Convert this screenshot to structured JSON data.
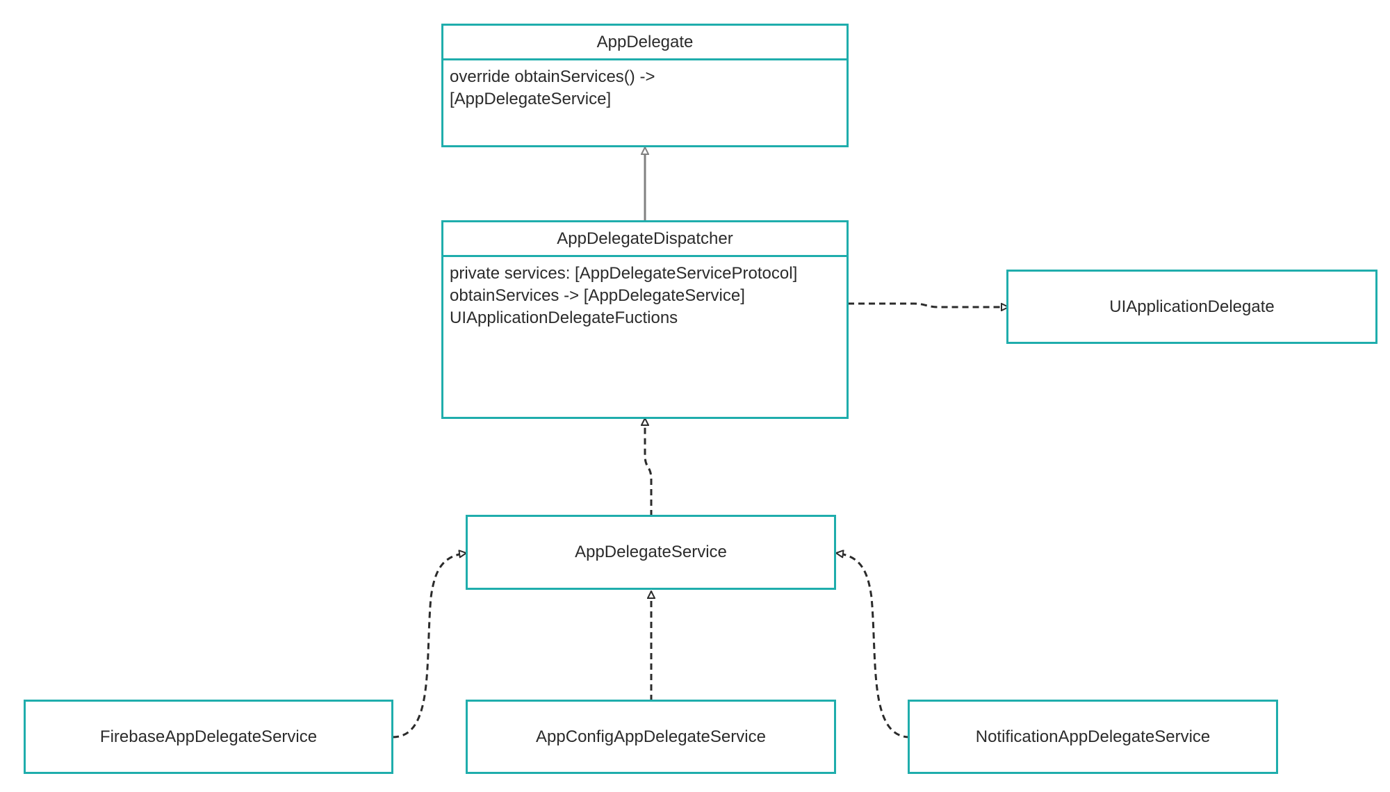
{
  "diagram": {
    "colors": {
      "box_border": "#1fadac",
      "solid_connector": "#808080",
      "dashed_connector": "#2b2b2b",
      "text": "#2b2b2b"
    },
    "classes": {
      "app_delegate": {
        "name": "AppDelegate",
        "members": [
          "override obtainServices() ->",
          "[AppDelegateService]"
        ]
      },
      "dispatcher": {
        "name": "AppDelegateDispatcher",
        "members": [
          "private services: [AppDelegateServiceProtocol]",
          "obtainServices -> [AppDelegateService]",
          "UIApplicationDelegateFuctions"
        ]
      },
      "ui_application_delegate": {
        "name": "UIApplicationDelegate"
      },
      "app_delegate_service": {
        "name": "AppDelegateService"
      },
      "firebase_service": {
        "name": "FirebaseAppDelegateService"
      },
      "app_config_service": {
        "name": "AppConfigAppDelegateService"
      },
      "notification_service": {
        "name": "NotificationAppDelegateService"
      }
    },
    "relations": [
      {
        "from": "AppDelegateDispatcher",
        "to": "AppDelegate",
        "kind": "inheritance"
      },
      {
        "from": "AppDelegateDispatcher",
        "to": "UIApplicationDelegate",
        "kind": "realization"
      },
      {
        "from": "AppDelegateService",
        "to": "AppDelegateDispatcher",
        "kind": "realization"
      },
      {
        "from": "FirebaseAppDelegateService",
        "to": "AppDelegateService",
        "kind": "realization"
      },
      {
        "from": "AppConfigAppDelegateService",
        "to": "AppDelegateService",
        "kind": "realization"
      },
      {
        "from": "NotificationAppDelegateService",
        "to": "AppDelegateService",
        "kind": "realization"
      }
    ]
  }
}
